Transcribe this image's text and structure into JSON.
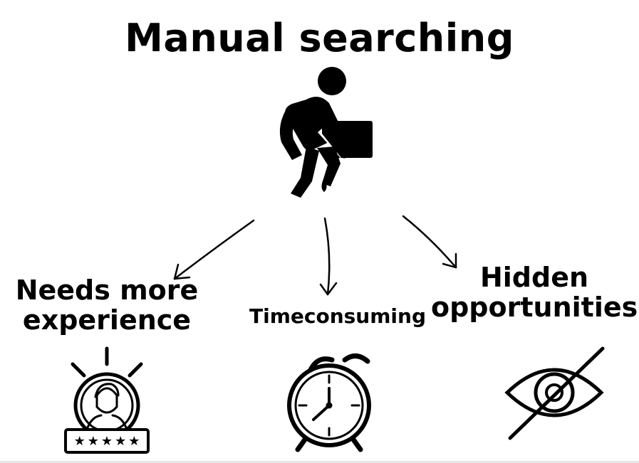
{
  "title": "Manual searching",
  "branches": [
    {
      "label_line1": "Needs more",
      "label_line2": "experience",
      "icon": "expert-rating-icon"
    },
    {
      "label": "Timeconsuming",
      "icon": "alarm-clock-icon"
    },
    {
      "label_line1": "Hidden",
      "label_line2": "opportunities",
      "icon": "eye-slash-icon"
    }
  ],
  "center_icon": "person-carrying-box-icon",
  "rating_stars": 5,
  "colors": {
    "ink": "#000000",
    "background": "#ffffff"
  }
}
